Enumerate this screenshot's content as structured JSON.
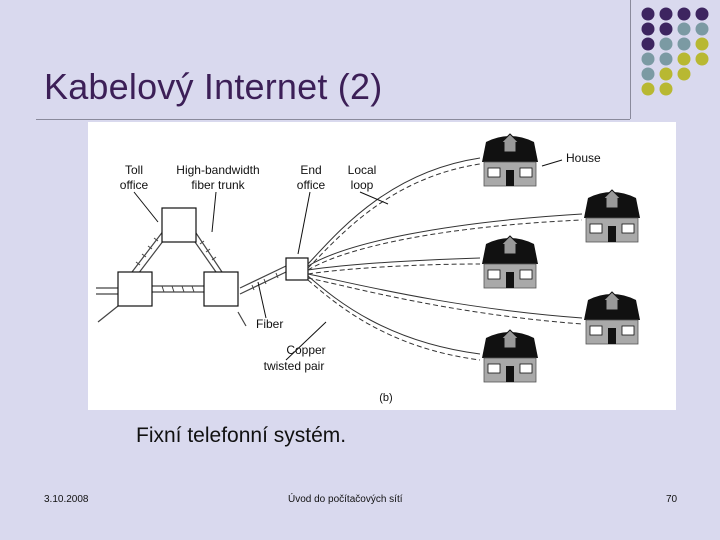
{
  "slide": {
    "title": "Kabelový Internet (2)",
    "caption": "Fixní telefonní systém.",
    "footer": {
      "date": "3.10.2008",
      "course": "Úvod do počítačových sítí",
      "page": "70"
    }
  },
  "theme": {
    "background": "#d9d9ee",
    "title_color": "#3c1f57",
    "dot_colors": [
      "#3d2560",
      "#7b9aa3",
      "#b8b832"
    ]
  },
  "diagram": {
    "labels": {
      "toll_office_1": "Toll",
      "toll_office_2": "office",
      "trunk_1": "High-bandwidth",
      "trunk_2": "fiber trunk",
      "end_office_1": "End",
      "end_office_2": "office",
      "local_loop_1": "Local",
      "local_loop_2": "loop",
      "house": "House",
      "fiber": "Fiber",
      "copper_1": "Copper",
      "copper_2": "twisted pair",
      "sub": "(b)"
    }
  }
}
